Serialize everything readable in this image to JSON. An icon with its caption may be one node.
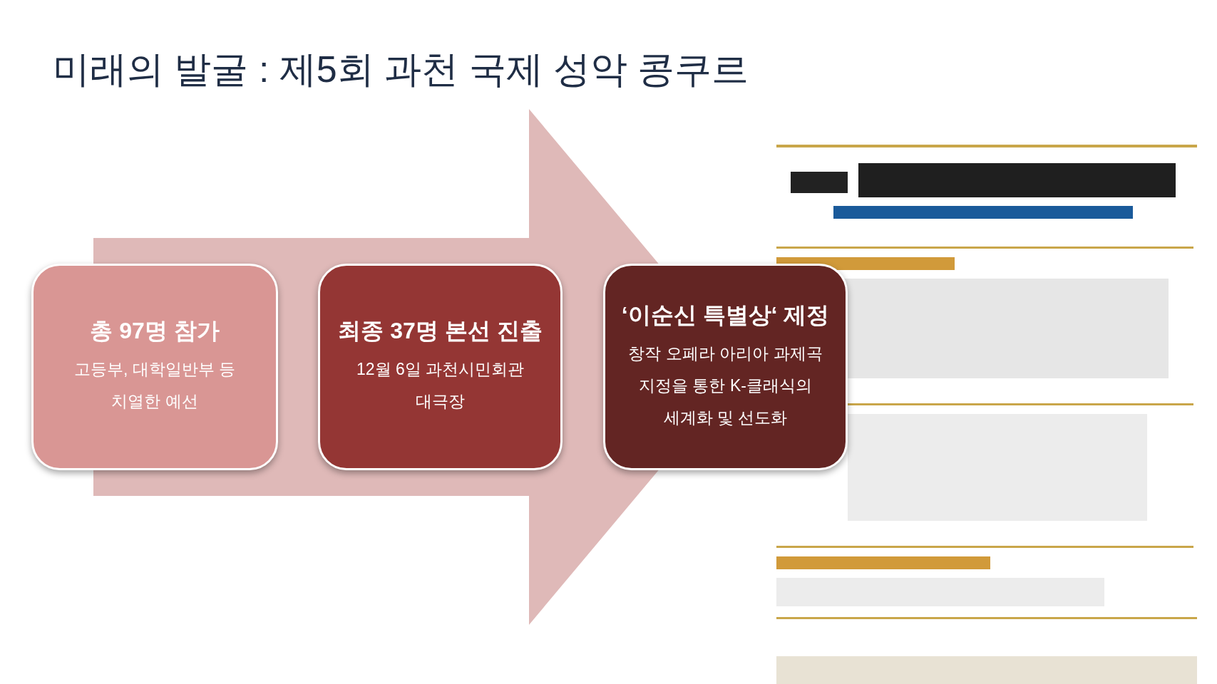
{
  "diagram": {
    "title": "미래의 발굴 : 제5회 과천 국제 성악 콩쿠르",
    "nodes": [
      {
        "text": [
          "총 97명 참가",
          "고등부, 대학일반부 등 치열한 예선"
        ]
      },
      {
        "text": [
          "최종 37명 본선 진출",
          "12월 6일 과천시민회관 대극장"
        ]
      },
      {
        "text": [
          "‘이순신 특별상‘ 제정",
          "창작 오페라 아리아 과제곡 지정을 통한 K-클래식의 세계화 및 선도화"
        ]
      },
      {
        "text": [],
        "shape": "picture"
      }
    ],
    "edges": [
      {
        "from": 0,
        "to": 2,
        "arrow": "to",
        "style": "thick"
      }
    ]
  }
}
